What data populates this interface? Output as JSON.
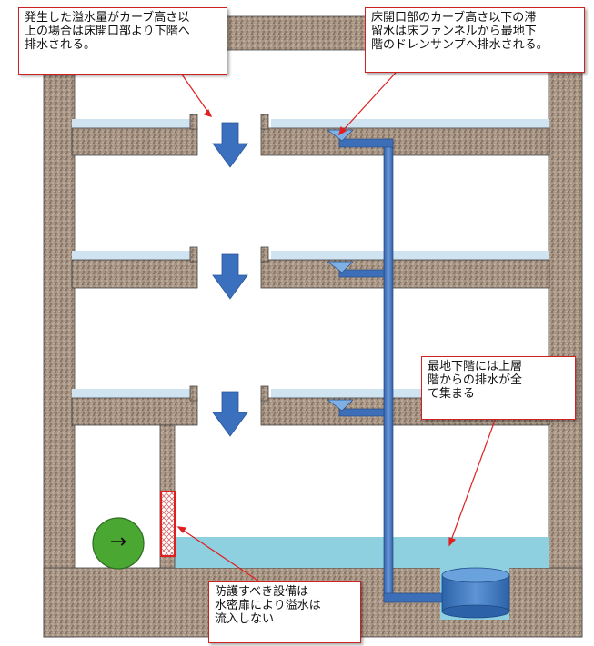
{
  "callouts": {
    "overflow_via_opening": "発生した溢水量がカーブ高さ以\n上の場合は床開口部より下階へ\n排水される。",
    "floor_funnel": "床開口部のカーブ高さ以下の滞\n留水は床ファンネルから最地下\n階のドレンサンプへ排水される。",
    "lowest_floor": "最地下階には上層\n階からの排水が全\nて集まる",
    "watertight_door": "防護すべき設備は\n水密扉により溢水は\n流入しない"
  },
  "colors": {
    "concrete": "#a89584",
    "water": "#cfe3f1",
    "pooled_water": "#8ecfe0",
    "pipe": "#3d6fb8",
    "arrow": "#3b70be",
    "equipment": "#4aa832",
    "callout_border": "#cc2222",
    "door_hatch": "#e02020"
  },
  "icons": {
    "equipment_arrow": "→"
  }
}
